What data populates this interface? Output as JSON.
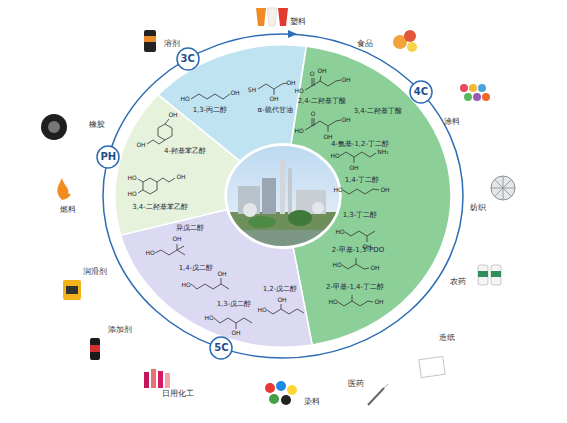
{
  "diagram": {
    "nodes": [
      {
        "text": [
          "3C"
        ]
      },
      {
        "text": [
          "1,3-丙二醇",
          "α-硫代甘油"
        ]
      },
      {
        "text": [
          "4C"
        ]
      },
      {
        "text": [
          "2,4-二羟基丁酸",
          "3,4-二羟基丁酸",
          "4-氨基-1,2-丁二醇",
          "1,4-丁二醇",
          "1,3-丁二醇",
          "2-甲基-1,3-PDO",
          "2-甲基-1,4-丁二醇"
        ]
      },
      {
        "text": [
          "5C"
        ]
      },
      {
        "text": [
          "异戊二醇",
          "1,4-戊二醇",
          "1,3-戊二醇",
          "1,2-戊二醇"
        ]
      },
      {
        "text": [
          "PH"
        ]
      },
      {
        "text": [
          "4-羟基苯乙醇",
          "3,4-二羟基苯乙醇"
        ]
      }
    ],
    "labels": [
      "溶剂",
      "塑料",
      "食品",
      "涂料",
      "纺织",
      "农药",
      "造纸",
      "医药",
      "染料",
      "日用化工",
      "添加剂",
      "润滑剂",
      "燃料",
      "橡胶",
      "HO",
      "OH",
      "SH",
      "OH",
      "OH",
      "OH",
      "OH",
      "HO",
      "HO",
      "OH",
      "HO",
      "OH",
      "HO",
      "OH",
      "HO",
      "OH",
      "HO",
      "OH",
      "O",
      "HO",
      "OH",
      "OH",
      "O",
      "HO",
      "OH",
      "OH",
      "HO",
      "NH₂",
      "OH",
      "HO",
      "OH",
      "HO",
      "OH",
      "HO",
      "OH",
      "HO",
      "OH"
    ]
  }
}
